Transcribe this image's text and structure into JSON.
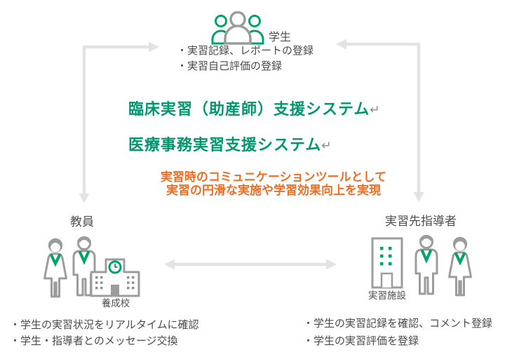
{
  "colors": {
    "brand_green": "#00966e",
    "icon_green": "#00a36e",
    "accent_orange": "#ed6e23",
    "arrow_gray": "#e3e3e3",
    "icon_gray": "#9c9c9c",
    "text_dark": "#4a4a4a",
    "return_mark_gray": "#8a8a8a"
  },
  "top": {
    "group_label": "学生",
    "bullets": [
      "・実習記録、レポートの登録",
      "・実習自己評価の登録"
    ]
  },
  "system_titles": [
    {
      "text": "臨床実習（助産師）支援システム",
      "mark": "↵"
    },
    {
      "text": "医療事務実習支援システム",
      "mark": "↵"
    }
  ],
  "tagline": {
    "line1": "実習時のコミュニケーションツールとして",
    "line2": "実習の円滑な実施や学習効果向上を実現"
  },
  "left_group": {
    "label": "教員",
    "building_label": "養成校",
    "bullets": [
      "・学生の実習状況をリアルタイムに確認",
      "・学生・指導者とのメッセージ交換"
    ]
  },
  "right_group": {
    "label": "実習先指導者",
    "building_label": "実習施設",
    "bullets": [
      "・学生の実習記録を確認、コメント登録",
      "・学生の実習評価を登録"
    ]
  },
  "icons": {
    "students": "students-group-icon",
    "teacher_female": "female-person-icon",
    "teacher_male": "male-person-icon",
    "school": "school-building-icon",
    "facility": "office-building-icon",
    "instructor_male": "male-person-icon",
    "instructor_female": "female-person-icon",
    "arrows": [
      "student-teacher-elbow-arrow",
      "student-instructor-elbow-arrow",
      "teacher-instructor-double-arrow"
    ]
  }
}
